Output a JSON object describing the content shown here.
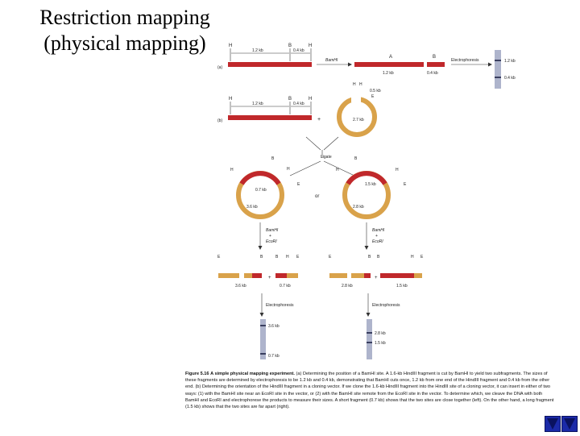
{
  "slide": {
    "title": "Restriction mapping (physical mapping)"
  },
  "figure": {
    "panel_a_label": "(a)",
    "panel_b_label": "(b)",
    "site_H": "H",
    "site_B": "B",
    "site_E": "E",
    "seg_12kb": "1.2 kb",
    "seg_04kb": "0.4 kb",
    "bamhi": "BamHI",
    "frag_A": "A",
    "frag_B": "B",
    "electrophoresis": "Electrophoresis",
    "gel_12kb": "1.2 kb",
    "gel_04kb": "0.4 kb",
    "plus": "+",
    "vector_27kb": "2.7 kb",
    "vector_05kb": "0.5 kb",
    "ligate": "Ligate",
    "or": "or",
    "left_07kb": "0.7 kb",
    "left_36kb": "3.6 kb",
    "right_15kb": "1.5 kb",
    "right_28kb": "2.8 kb",
    "digest_bamhi": "BamHI",
    "digest_plus": "+",
    "digest_ecori": "EcoRI",
    "prod_36kb": "3.6 kb",
    "prod_07kb": "0.7 kb",
    "prod_28kb": "2.8 kb",
    "prod_15kb": "1.5 kb",
    "gel2_36kb": "3.6 kb",
    "gel2_07kb": "0.7 kb",
    "gel3_28kb": "2.8 kb",
    "gel3_15kb": "1.5 kb"
  },
  "caption": {
    "label": "Figure 5.16",
    "title": "A simple physical mapping experiment.",
    "body": "(a) Determining the position of a BamHI site. A 1.6-kb HindIII fragment is cut by BamHI to yield two subfragments. The sizes of these fragments are determined by electrophoresis to be 1.2 kb and 0.4 kb, demonstrating that BamHI cuts once, 1.2 kb from one end of the HindIII fragment and 0.4 kb from the other end. (b) Determining the orientation of the HindIII fragment in a cloning vector. If we clone the 1.6-kb HindIII fragment into the HindIII site of a cloning vector, it can insert in either of two ways: (1) with the BamHI site near an EcoRI site in the vector, or (2) with the BamHI site remote from the EcoRI site in the vector. To determine which, we cleave the DNA with both BamHI and EcoRI and electrophorese the products to measure their sizes. A short fragment (0.7 kb) shows that the two sites are close together (left). On the other hand, a long fragment (1.5 kb) shows that the two sites are far apart (right)."
  },
  "nav": {
    "prev": "previous-slide",
    "next": "next-slide"
  }
}
